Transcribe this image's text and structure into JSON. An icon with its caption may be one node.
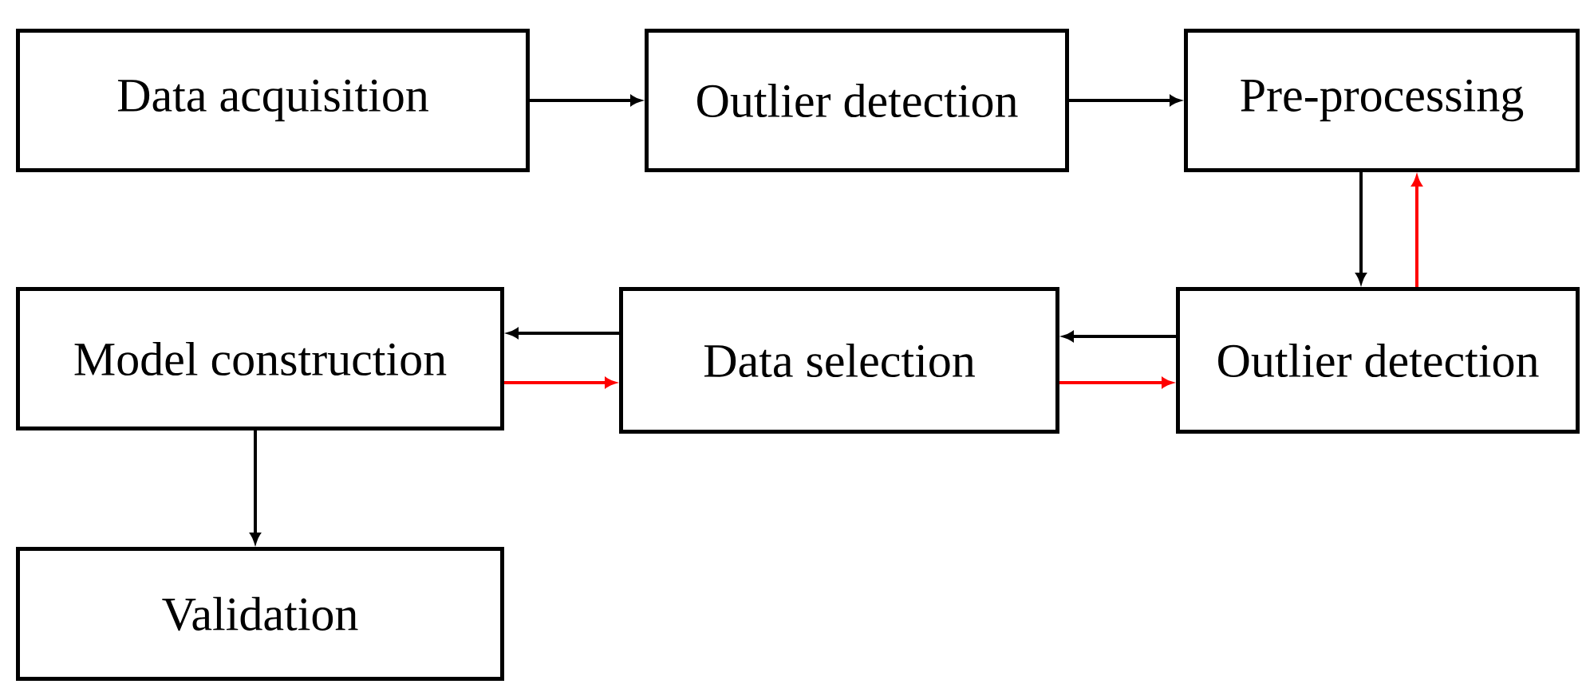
{
  "diagram": {
    "nodes": [
      {
        "text": [
          "Data acquisition"
        ]
      },
      {
        "text": [
          "Outlier detection"
        ]
      },
      {
        "text": [
          "Pre-processing"
        ]
      },
      {
        "text": [
          "Model construction"
        ]
      },
      {
        "text": [
          "Data selection"
        ]
      },
      {
        "text": [
          "Outlier detection"
        ]
      },
      {
        "text": [
          "Validation"
        ]
      }
    ],
    "edges": [
      {
        "from": 0,
        "to": 1,
        "arrow": "to"
      },
      {
        "from": 1,
        "to": 2,
        "arrow": "to"
      },
      {
        "from": 2,
        "to": 5,
        "arrow": "to"
      },
      {
        "from": 5,
        "to": 2,
        "arrow": "to",
        "color": "#ff0000"
      },
      {
        "from": 5,
        "to": 4,
        "arrow": "to"
      },
      {
        "from": 4,
        "to": 3,
        "arrow": "to"
      },
      {
        "from": 3,
        "to": 4,
        "arrow": "to",
        "color": "#ff0000"
      },
      {
        "from": 4,
        "to": 5,
        "arrow": "to",
        "color": "#ff0000"
      },
      {
        "from": 3,
        "to": 6,
        "arrow": "to"
      }
    ]
  }
}
